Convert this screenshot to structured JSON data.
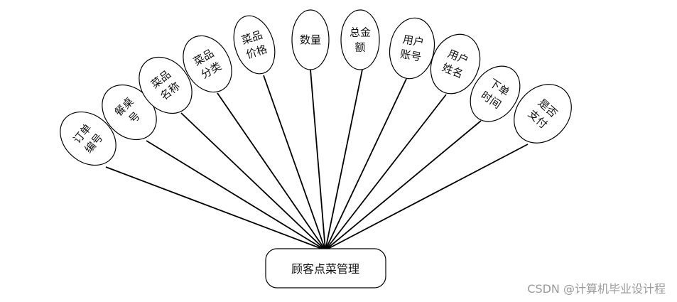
{
  "entity": {
    "label": "顾客点菜管理"
  },
  "attributes": [
    {
      "lines": [
        "订单",
        "编号"
      ]
    },
    {
      "lines": [
        "餐桌",
        "号"
      ]
    },
    {
      "lines": [
        "菜品",
        "名称"
      ]
    },
    {
      "lines": [
        "菜品",
        "分类"
      ]
    },
    {
      "lines": [
        "菜品",
        "价格"
      ]
    },
    {
      "lines": [
        "数量"
      ]
    },
    {
      "lines": [
        "总金",
        "额"
      ]
    },
    {
      "lines": [
        "用户",
        "账号"
      ]
    },
    {
      "lines": [
        "用户",
        "姓名"
      ]
    },
    {
      "lines": [
        "下单",
        "时间"
      ]
    },
    {
      "lines": [
        "是否",
        "支付"
      ]
    }
  ],
  "watermark": "CSDN @计算机毕业设计程"
}
